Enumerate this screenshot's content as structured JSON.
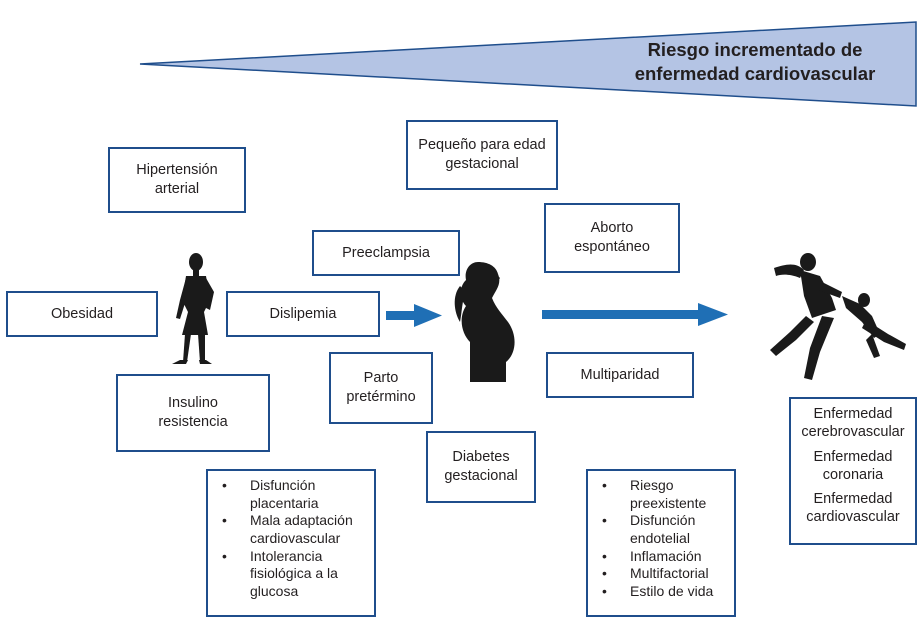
{
  "risk_banner": {
    "title_line1": "Riesgo incrementado de",
    "title_line2": "enfermedad cardiovascular",
    "fill_color": "#b4c4e4"
  },
  "accent_color": "#1f6fb5",
  "boxes": {
    "hipertension": [
      "Hipertensión",
      "arterial"
    ],
    "obesidad": [
      "Obesidad"
    ],
    "dislipemia": [
      "Dislipemia"
    ],
    "insulino": [
      "Insulino",
      "resistencia"
    ],
    "preeclampsia": [
      "Preeclampsia"
    ],
    "parto": [
      "Parto",
      "pretérmino"
    ],
    "diabetes": [
      "Diabetes",
      "gestacional"
    ],
    "pequeno": [
      "Pequeño para edad",
      "gestacional"
    ],
    "aborto": [
      "Aborto",
      "espontáneo"
    ],
    "multiparidad": [
      "Multiparidad"
    ]
  },
  "mechanisms_pregnancy": [
    [
      "Disfunción",
      "placentaria"
    ],
    [
      "Mala adaptación",
      "cardiovascular"
    ],
    [
      "Intolerancia",
      "fisiológica a la",
      "glucosa"
    ]
  ],
  "mechanisms_later": [
    [
      "Riesgo",
      "preexistente"
    ],
    [
      "Disfunción",
      "endotelial"
    ],
    [
      "Inflamación"
    ],
    [
      "Multifactorial"
    ],
    [
      "Estilo de vida"
    ]
  ],
  "outcomes": [
    [
      "Enfermedad",
      "cerebrovascular"
    ],
    [
      "Enfermedad",
      "coronaria"
    ],
    [
      "Enfermedad",
      "cardiovascular"
    ]
  ],
  "figures": [
    "woman-silhouette-icon",
    "pregnant-woman-silhouette-icon",
    "mother-child-silhouette-icon"
  ]
}
